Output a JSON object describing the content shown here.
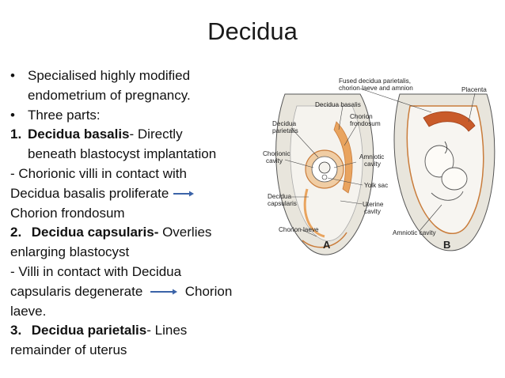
{
  "title": "Decidua",
  "bullets": [
    [
      "Specialised highly modified",
      "endometrium of pregnancy."
    ],
    [
      "Three parts:"
    ]
  ],
  "parts": {
    "p1": {
      "num": "1.",
      "name": "Decidua basalis",
      "desc1": "- Directly",
      "desc2": "beneath blastocyst implantation"
    },
    "p1_notes": [
      "- Chorionic villi in contact with",
      "Decidua basalis proliferate",
      "Chorion frondosum"
    ],
    "p2": {
      "num": "2.",
      "name": "Decidua capsularis-",
      "desc1": " Overlies",
      "desc2": "enlarging blastocyst"
    },
    "p2_notes": [
      "- Villi in contact with Decidua",
      "capsularis degenerate",
      "Chorion",
      "laeve."
    ],
    "p3": {
      "num": "3.",
      "name": "Decidua parietalis",
      "desc1": "- Lines",
      "desc2": "remainder of uterus"
    }
  },
  "figure": {
    "labels": {
      "fused": "Fused decidua parietalis,",
      "fused2": "chorion laeve and amnion",
      "placenta": "Placenta",
      "basalis": "Decidua basalis",
      "parietalis": "Decidua",
      "parietalis2": "parietalis",
      "frondosum": "Chorion",
      "frondosum2": "frondosum",
      "chorionic": "Chorionic",
      "chorionic2": "cavity",
      "amniotic": "Amniotic",
      "amniotic2": "cavity",
      "yolk": "Yolk sac",
      "capsularis": "Decidua",
      "capsularis2": "capsularis",
      "uterine": "Uterine",
      "uterine2": "cavity",
      "laeve": "Chorion laeve",
      "amnioticB": "Amniotic cavity",
      "A": "A",
      "B": "B"
    },
    "colors": {
      "uterus": "#e8e5dc",
      "decidua": "#e9a45f",
      "placenta": "#c95b2a",
      "line": "#333333"
    }
  },
  "colors": {
    "arrow": "#3b63a8"
  }
}
